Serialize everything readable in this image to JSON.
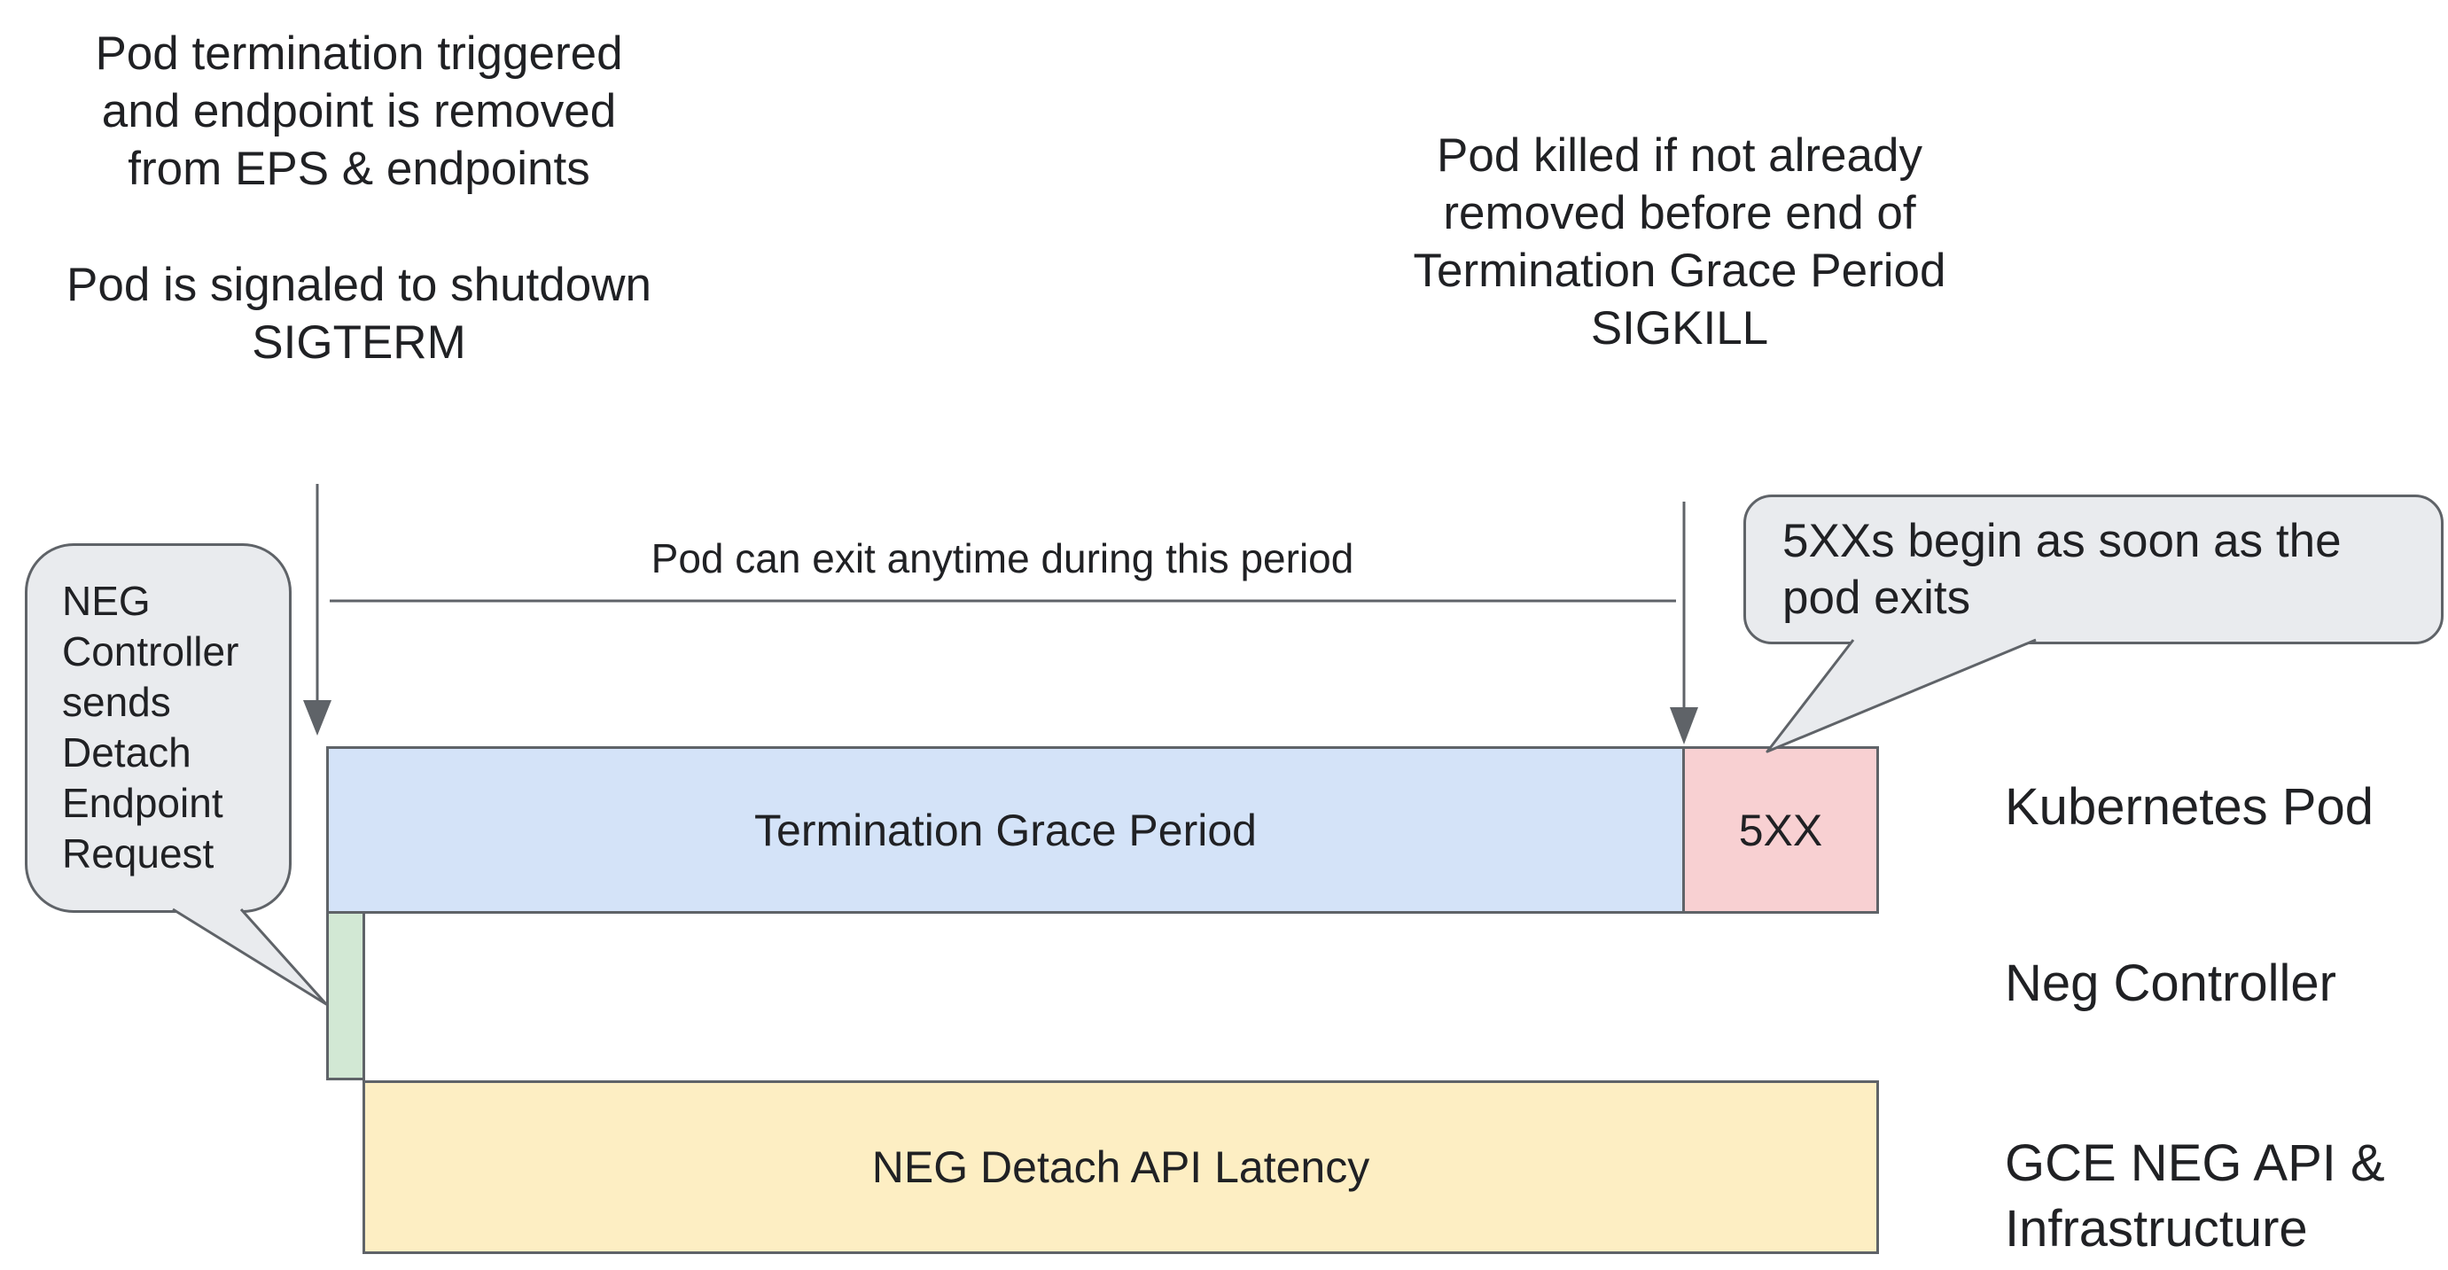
{
  "colors": {
    "blue": "#d4e3f8",
    "pink": "#f8d0d2",
    "green": "#d2e8d4",
    "yellow": "#fdeec3",
    "bubble": "#e9ebee",
    "stroke": "#5f6368",
    "text": "#202124",
    "bg": "#ffffff"
  },
  "top_left_note": {
    "line1": "Pod termination triggered",
    "line2": "and endpoint is removed",
    "line3": "from EPS & endpoints",
    "line4": "Pod is signaled to shutdown",
    "line5": "SIGTERM"
  },
  "top_right_note": {
    "line1": "Pod killed if not already",
    "line2": "removed before end of",
    "line3": "Termination Grace Period",
    "line4": "SIGKILL"
  },
  "period_note": {
    "label": "Pod can exit anytime during this period"
  },
  "left_bubble": {
    "line1": "NEG",
    "line2": "Controller",
    "line3": "sends",
    "line4": "Detach",
    "line5": "Endpoint",
    "line6": "Request"
  },
  "right_bubble": {
    "line1": "5XXs begin as soon as the",
    "line2": "pod exits"
  },
  "bars": {
    "grace_period": "Termination Grace Period",
    "five_xx": "5XX",
    "neg_detach": "NEG Detach API Latency"
  },
  "row_labels": {
    "kubernetes_pod": "Kubernetes Pod",
    "neg_controller": "Neg Controller",
    "gce_line1": "GCE NEG API &",
    "gce_line2": "Infrastructure"
  }
}
